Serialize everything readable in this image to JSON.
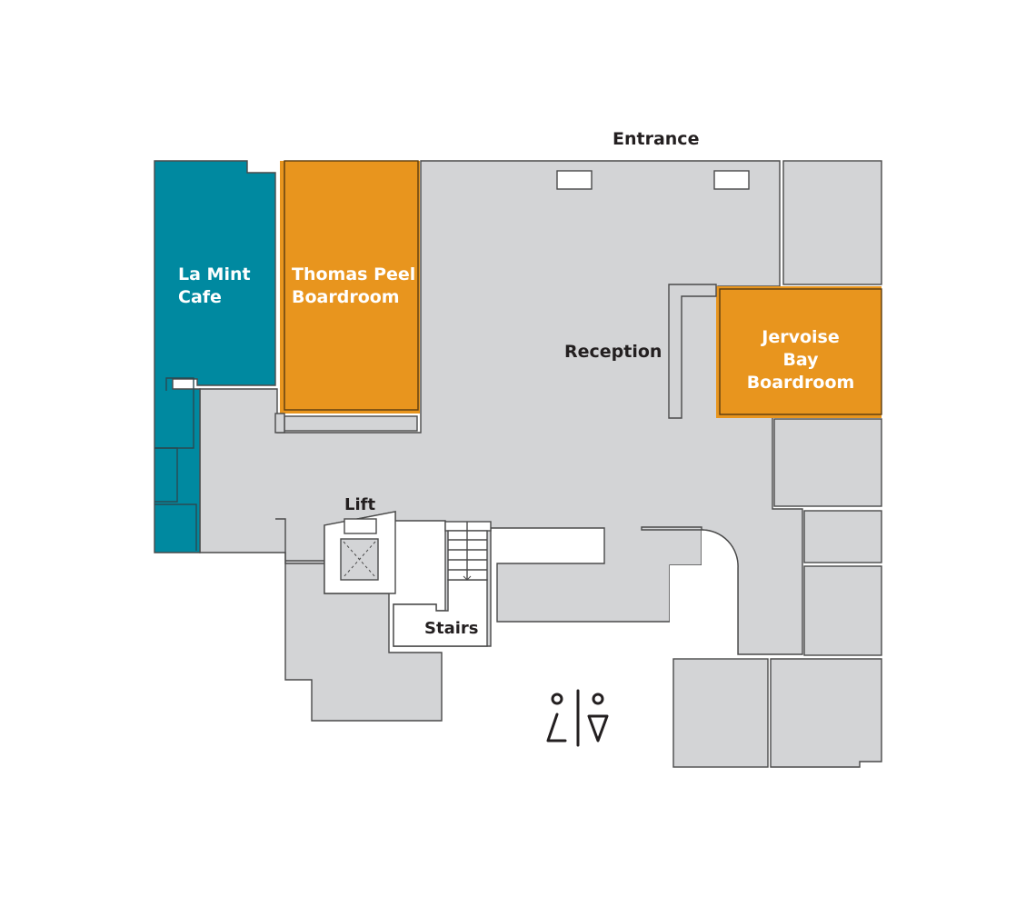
{
  "map": {
    "colors": {
      "background": "#ffffff",
      "floor": "#d3d4d6",
      "wall": "#4a4a4a",
      "cafe": "#0089a0",
      "boardroom": "#e8951e",
      "text_dark": "#231f20",
      "text_light": "#ffffff"
    },
    "labels": {
      "entrance": "Entrance",
      "reception": "Reception",
      "lift": "Lift",
      "stairs": "Stairs"
    },
    "rooms": [
      {
        "name": "La Mint Cafe",
        "label": "La Mint\nCafe",
        "type": "cafe"
      },
      {
        "name": "Thomas Peel Boardroom",
        "label": "Thomas Peel\nBoardroom",
        "type": "boardroom"
      },
      {
        "name": "Jervoise Bay Boardroom",
        "label": "Jervoise Bay\nBoardroom",
        "type": "boardroom"
      }
    ],
    "icons": {
      "toilets": "toilets-icon"
    }
  }
}
